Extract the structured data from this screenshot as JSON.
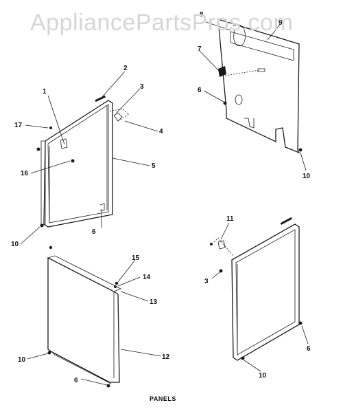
{
  "watermark": "AppliancePartsPros.com",
  "caption": "PANELS",
  "callouts": [
    {
      "id": "c1",
      "label": "1"
    },
    {
      "id": "c2",
      "label": "2"
    },
    {
      "id": "c3a",
      "label": "3"
    },
    {
      "id": "c4",
      "label": "4"
    },
    {
      "id": "c5",
      "label": "5"
    },
    {
      "id": "c6a",
      "label": "6"
    },
    {
      "id": "c6b",
      "label": "6"
    },
    {
      "id": "c6c",
      "label": "6"
    },
    {
      "id": "c6d",
      "label": "6"
    },
    {
      "id": "c7",
      "label": "7"
    },
    {
      "id": "c8",
      "label": "8"
    },
    {
      "id": "c9",
      "label": "9"
    },
    {
      "id": "c10a",
      "label": "10"
    },
    {
      "id": "c10b",
      "label": "10"
    },
    {
      "id": "c10c",
      "label": "10"
    },
    {
      "id": "c10d",
      "label": "10"
    },
    {
      "id": "c11",
      "label": "11"
    },
    {
      "id": "c12",
      "label": "12"
    },
    {
      "id": "c13",
      "label": "13"
    },
    {
      "id": "c14",
      "label": "14"
    },
    {
      "id": "c15",
      "label": "15"
    },
    {
      "id": "c16",
      "label": "16"
    },
    {
      "id": "c17",
      "label": "17"
    },
    {
      "id": "c3b",
      "label": "3"
    }
  ]
}
